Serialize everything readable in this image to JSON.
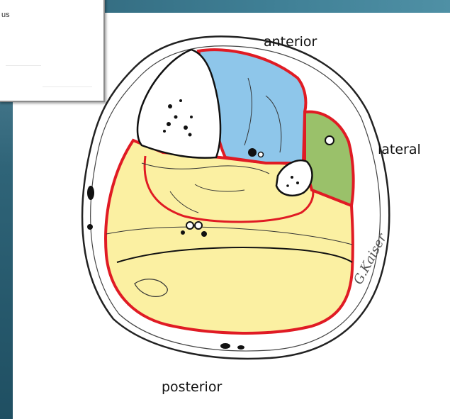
{
  "window": {
    "popup_text": "us"
  },
  "diagram": {
    "labels": {
      "anterior": "anterior",
      "lateral": "lateral",
      "posterior": "posterior"
    },
    "signature": "G.Kaiser",
    "colors": {
      "anterior_compartment": "#8ec6ea",
      "lateral_compartment": "#9ac16a",
      "posterior_compartment": "#fbf0a2",
      "fascia_line": "#e01b24",
      "bone": "#ffffff",
      "outline": "#222222"
    }
  }
}
